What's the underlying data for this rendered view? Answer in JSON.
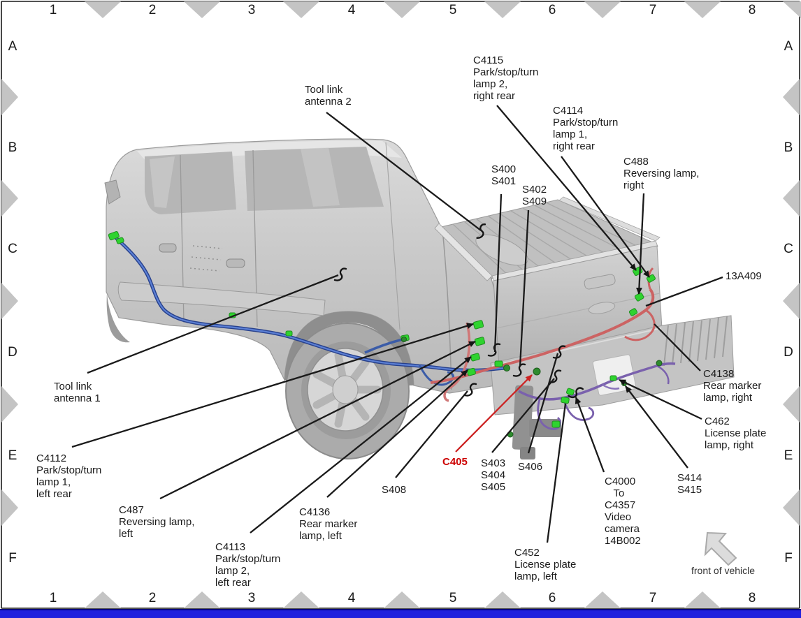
{
  "grid": {
    "top_numbers": [
      "1",
      "2",
      "3",
      "4",
      "5",
      "6",
      "7",
      "8"
    ],
    "bottom_numbers": [
      "1",
      "2",
      "3",
      "4",
      "5",
      "6",
      "7",
      "8"
    ],
    "left_letters": [
      "A",
      "B",
      "C",
      "D",
      "E",
      "F"
    ],
    "right_letters": [
      "A",
      "B",
      "C",
      "D",
      "E",
      "F"
    ]
  },
  "callouts": {
    "tool_link_antenna_2": "Tool link\nantenna 2",
    "c4115": "C4115\nPark/stop/turn\nlamp 2,\nright rear",
    "c4114": "C4114\nPark/stop/turn\nlamp 1,\nright rear",
    "s400_s401": "S400\nS401",
    "s402_s409": "S402\nS409",
    "c488": "C488\nReversing lamp,\nright",
    "ref_13a409": "13A409",
    "c4138": "C4138\nRear marker\nlamp, right",
    "c462": "C462\nLicense plate\nlamp, right",
    "tool_link_antenna_1": "Tool link\nantenna 1",
    "c4112": "C4112\nPark/stop/turn\nlamp 1,\nleft rear",
    "c487": "C487\nReversing lamp,\nleft",
    "c4113": "C4113\nPark/stop/turn\nlamp 2,\nleft rear",
    "c4136": "C4136\nRear marker\nlamp, left",
    "s408": "S408",
    "c405": "C405",
    "s403_s404_s405": "S403\nS404\nS405",
    "s406": "S406",
    "c452": "C452\nLicense plate\nlamp, left",
    "c4000": "C4000\n   To\nC4357\nVideo\ncamera\n14B002",
    "s414_s415": "S414\nS415"
  },
  "front_arrow": {
    "label": "front of vehicle"
  },
  "colors": {
    "callout_highlight": "#cc0000",
    "wire_blue": "#4f74c9",
    "wire_red": "#cc6363",
    "wire_purple": "#7a61ad",
    "connector_green": "#2fd32f",
    "splice_dark_green": "#2e8b2e",
    "zone_marker_gray": "#c4c4c4",
    "bottom_bar_blue": "#2020dd"
  }
}
